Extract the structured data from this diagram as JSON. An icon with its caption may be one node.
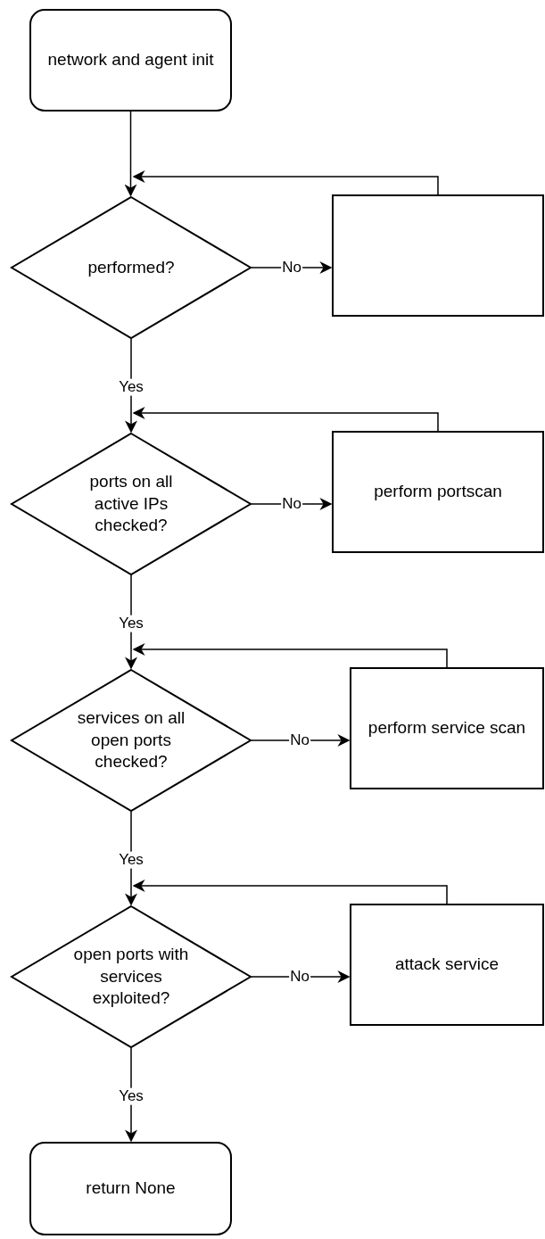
{
  "diagram": {
    "nodes": [
      {
        "text": [
          "network and agent init"
        ]
      },
      {
        "text": [
          "performed?"
        ]
      },
      {
        "text": [],
        "shape": "box"
      },
      {
        "text": [
          "ports on all active IPs checked?"
        ]
      },
      {
        "text": [
          "perform portscan"
        ]
      },
      {
        "text": [
          "services on all open ports checked?"
        ]
      },
      {
        "text": [
          "perform service scan"
        ]
      },
      {
        "text": [
          "open ports with services exploited?"
        ]
      },
      {
        "text": [
          "attack service"
        ]
      },
      {
        "text": [
          "return None"
        ]
      }
    ],
    "edges": [
      {
        "from": 0,
        "to": 1,
        "arrow": "to"
      },
      {
        "from": 1,
        "to": 2,
        "arrow": "to",
        "label": "No"
      },
      {
        "from": 2,
        "to": 1,
        "arrow": "to"
      },
      {
        "from": 1,
        "to": 3,
        "arrow": "to",
        "label": "Yes"
      },
      {
        "from": 3,
        "to": 4,
        "arrow": "to",
        "label": "No"
      },
      {
        "from": 4,
        "to": 3,
        "arrow": "to"
      },
      {
        "from": 3,
        "to": 5,
        "arrow": "to",
        "label": "Yes"
      },
      {
        "from": 5,
        "to": 6,
        "arrow": "to",
        "label": "No"
      },
      {
        "from": 6,
        "to": 5,
        "arrow": "to"
      },
      {
        "from": 5,
        "to": 7,
        "arrow": "to",
        "label": "Yes"
      },
      {
        "from": 7,
        "to": 8,
        "arrow": "to",
        "label": "No"
      },
      {
        "from": 8,
        "to": 7,
        "arrow": "to"
      },
      {
        "from": 7,
        "to": 9,
        "arrow": "to",
        "label": "Yes"
      }
    ]
  }
}
